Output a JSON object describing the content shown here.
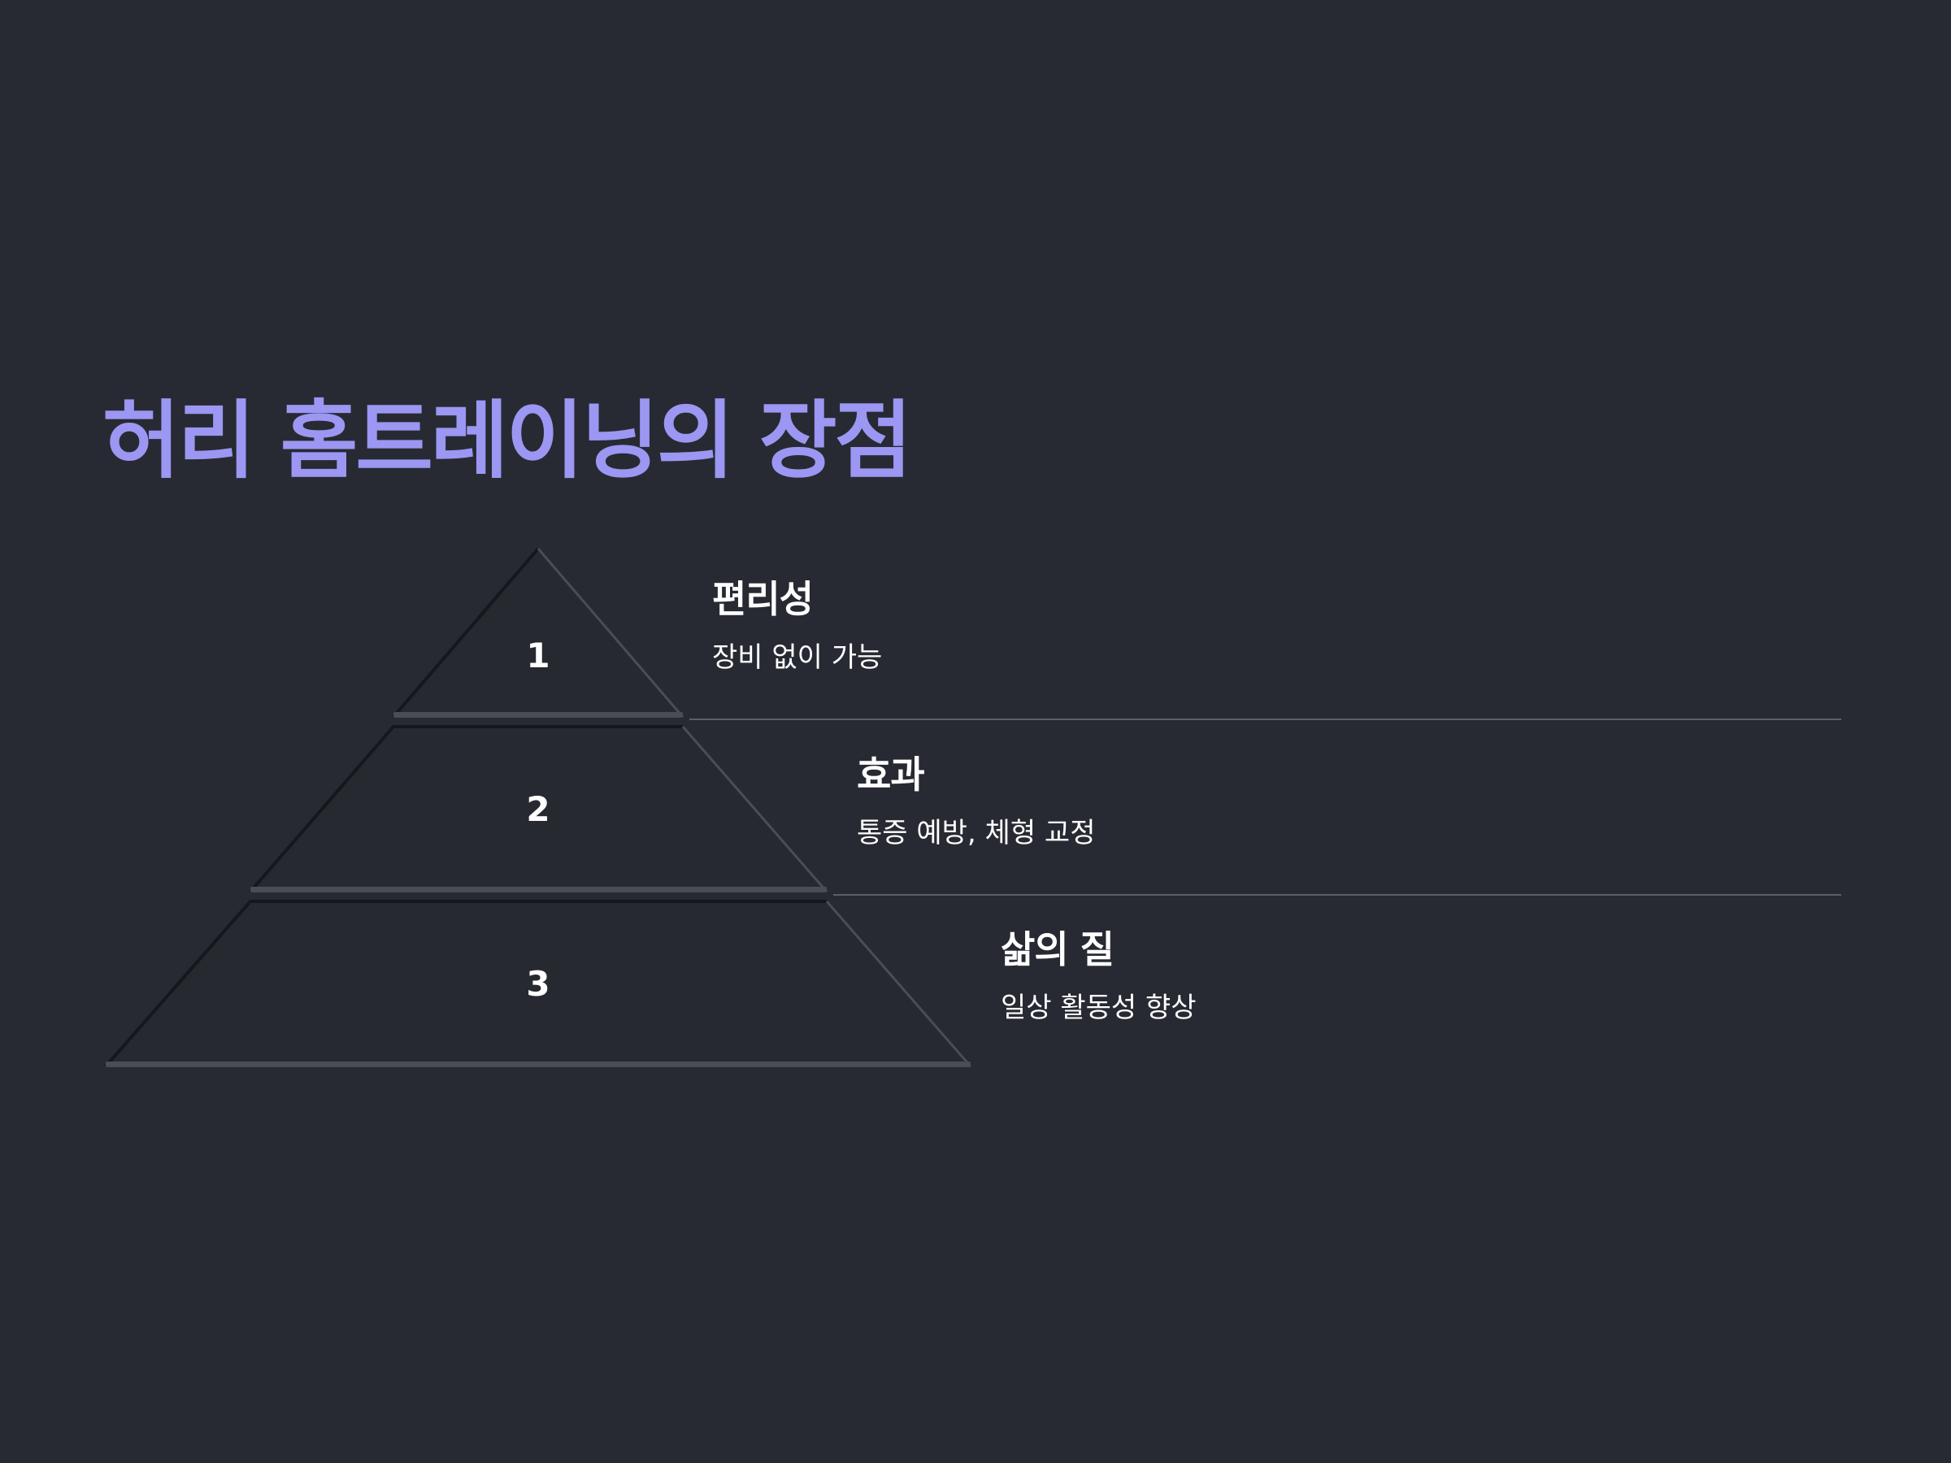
{
  "title": "허리 홈트레이닝의 장점",
  "colors": {
    "background": "#272a32",
    "title": "#9b97f2",
    "text": "#ffffff",
    "tier_fill": "#262930",
    "tier_edge_light": "#4a4d55",
    "tier_edge_dark": "#15171c",
    "divider": "#5b5e66"
  },
  "tiers": [
    {
      "number": "1",
      "heading": "편리성",
      "description": "장비 없이 가능"
    },
    {
      "number": "2",
      "heading": "효과",
      "description": "통증 예방, 체형 교정"
    },
    {
      "number": "3",
      "heading": "삶의 질",
      "description": "일상 활동성 향상"
    }
  ]
}
